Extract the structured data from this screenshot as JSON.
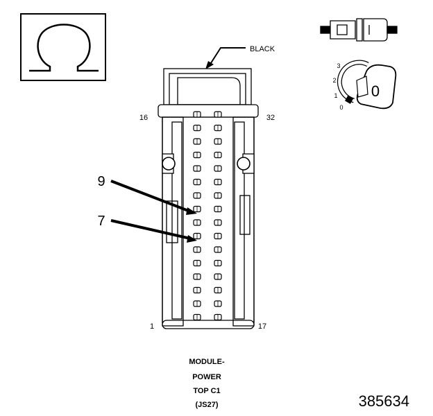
{
  "color_label": "BLACK",
  "pins": {
    "top_left": "16",
    "top_right": "32",
    "bottom_left": "1",
    "bottom_right": "17"
  },
  "callouts": [
    "9",
    "7"
  ],
  "caption": [
    "MODULE-",
    "POWER",
    "TOP C1",
    "(JS27)"
  ],
  "figure_number": "385634",
  "ignition_positions": [
    "3",
    "2",
    "1",
    "0"
  ],
  "ignition_key_label": "0",
  "symbol": "Ω"
}
